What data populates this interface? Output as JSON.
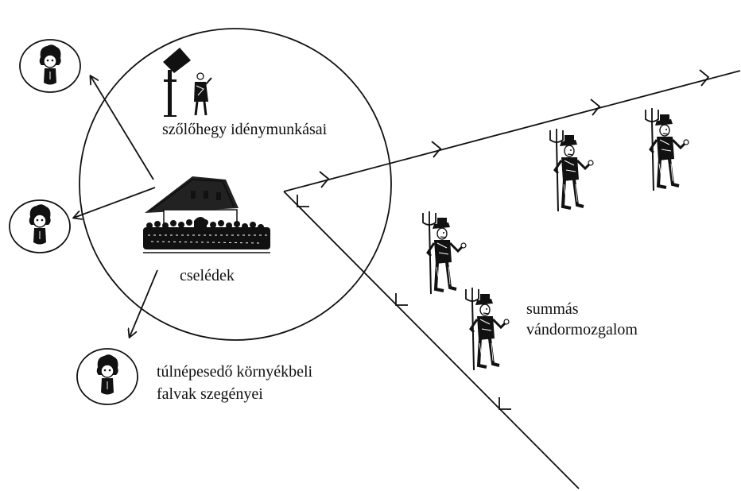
{
  "labels": {
    "vineyard": "szőlőhegy idénymunkásai",
    "servants": "cselédek",
    "poor_line1": "túlnépesedő környékbeli",
    "poor_line2": "falvak szegényei",
    "migrant_line1": "summás",
    "migrant_line2": "vándormozgalom"
  },
  "icons": {
    "person_portrait": "person-portrait-icon",
    "farmer_with_pitchfork": "farmer-pitchfork-icon",
    "manor_house": "manor-house-icon",
    "wayside_cross": "wayside-cross-icon"
  },
  "colors": {
    "ink": "#111111",
    "background": "#ffffff"
  }
}
